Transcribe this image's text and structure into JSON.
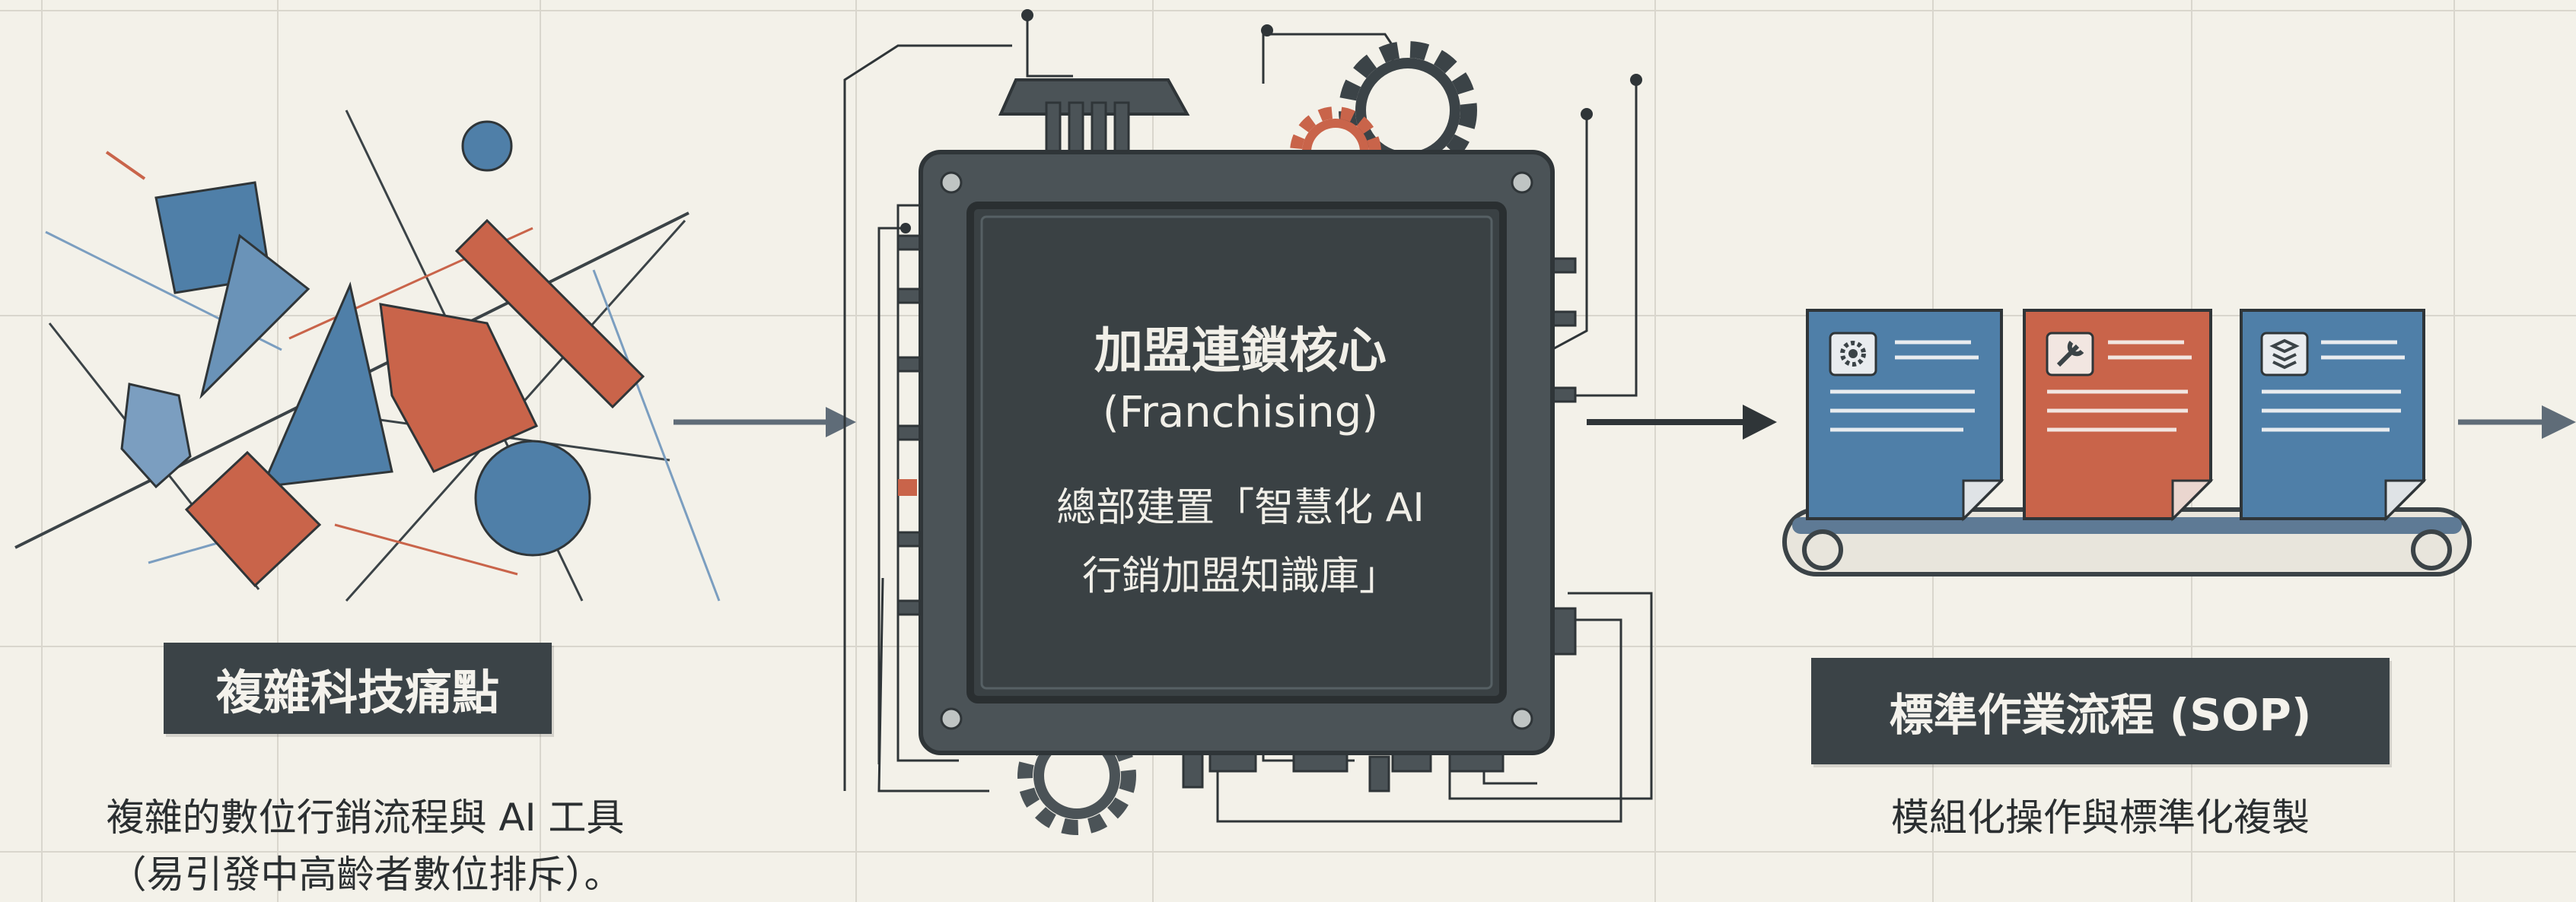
{
  "left": {
    "title": "複雜科技痛點",
    "caption_line1": "複雜的數位行銷流程與 AI 工具",
    "caption_line2": "（易引發中高齡者數位排斥）。"
  },
  "center": {
    "title": "加盟連鎖核心",
    "subtitle": "(Franchising)",
    "body_line1": "總部建置「智慧化 AI",
    "body_line2": "行銷加盟知識庫」"
  },
  "right": {
    "title": "標準作業流程 (SOP)",
    "caption": "模組化操作與標準化複製",
    "documents": [
      {
        "color": "#4f7fa8",
        "icon": "gear-icon"
      },
      {
        "color": "#c9644a",
        "icon": "wrench-hand-icon"
      },
      {
        "color": "#4f7fa8",
        "icon": "layers-icon"
      }
    ]
  },
  "colors": {
    "background": "#f3f1e9",
    "blue": "#4f7fa8",
    "orange": "#c9644a",
    "chip": "#4b5357",
    "chip_inner": "#3a4144",
    "label_bg": "#3b4347"
  }
}
